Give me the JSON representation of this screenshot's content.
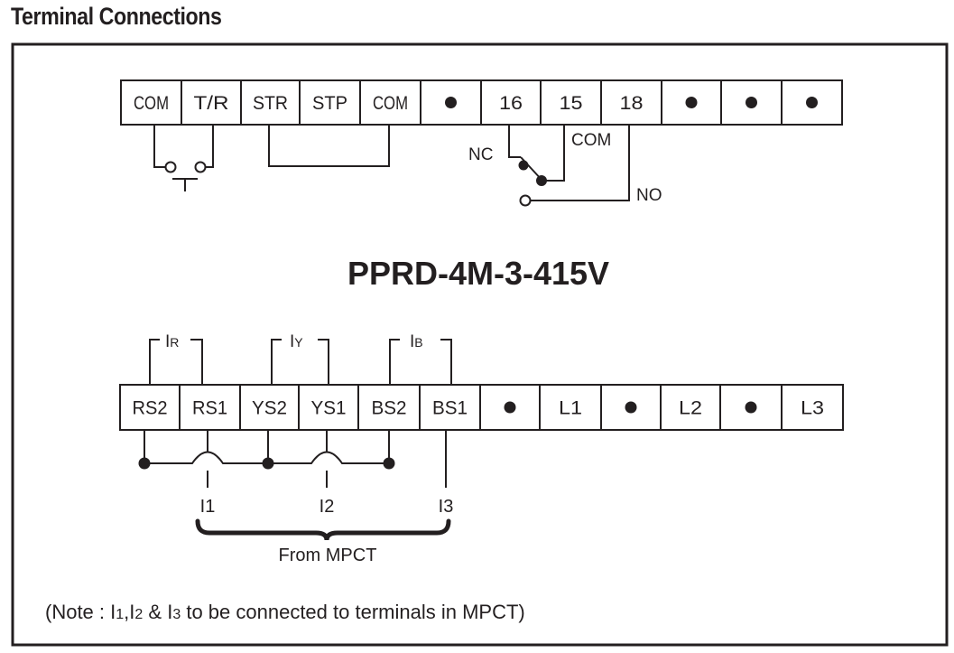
{
  "heading": "Terminal Connections",
  "model": "PPRD-4M-3-415V",
  "top_terminals": [
    {
      "label": "COM",
      "kind": "text"
    },
    {
      "label": "T/R",
      "kind": "text"
    },
    {
      "label": "STR",
      "kind": "text"
    },
    {
      "label": "STP",
      "kind": "text"
    },
    {
      "label": "COM",
      "kind": "text"
    },
    {
      "label": "",
      "kind": "dot"
    },
    {
      "label": "16",
      "kind": "text"
    },
    {
      "label": "15",
      "kind": "text"
    },
    {
      "label": "18",
      "kind": "text"
    },
    {
      "label": "",
      "kind": "dot"
    },
    {
      "label": "",
      "kind": "dot"
    },
    {
      "label": "",
      "kind": "dot"
    }
  ],
  "bottom_terminals": [
    {
      "label": "RS2",
      "kind": "text"
    },
    {
      "label": "RS1",
      "kind": "text"
    },
    {
      "label": "YS2",
      "kind": "text"
    },
    {
      "label": "YS1",
      "kind": "text"
    },
    {
      "label": "BS2",
      "kind": "text"
    },
    {
      "label": "BS1",
      "kind": "text"
    },
    {
      "label": "",
      "kind": "dot"
    },
    {
      "label": "L1",
      "kind": "text"
    },
    {
      "label": "",
      "kind": "dot"
    },
    {
      "label": "L2",
      "kind": "text"
    },
    {
      "label": "",
      "kind": "dot"
    },
    {
      "label": "L3",
      "kind": "text"
    }
  ],
  "relay": {
    "nc": "NC",
    "com": "COM",
    "no": "NO"
  },
  "currents": [
    {
      "main": "I",
      "sub": "R"
    },
    {
      "main": "I",
      "sub": "Y"
    },
    {
      "main": "I",
      "sub": "B"
    }
  ],
  "inputs": [
    "I1",
    "I2",
    "I3"
  ],
  "source": "From MPCT",
  "note": {
    "prefix": "(Note : I",
    "s1": "1",
    "sep1": ",I",
    "s2": "2",
    "sep2": " & I",
    "s3": "3",
    "suffix": " to be connected to terminals in MPCT)"
  }
}
